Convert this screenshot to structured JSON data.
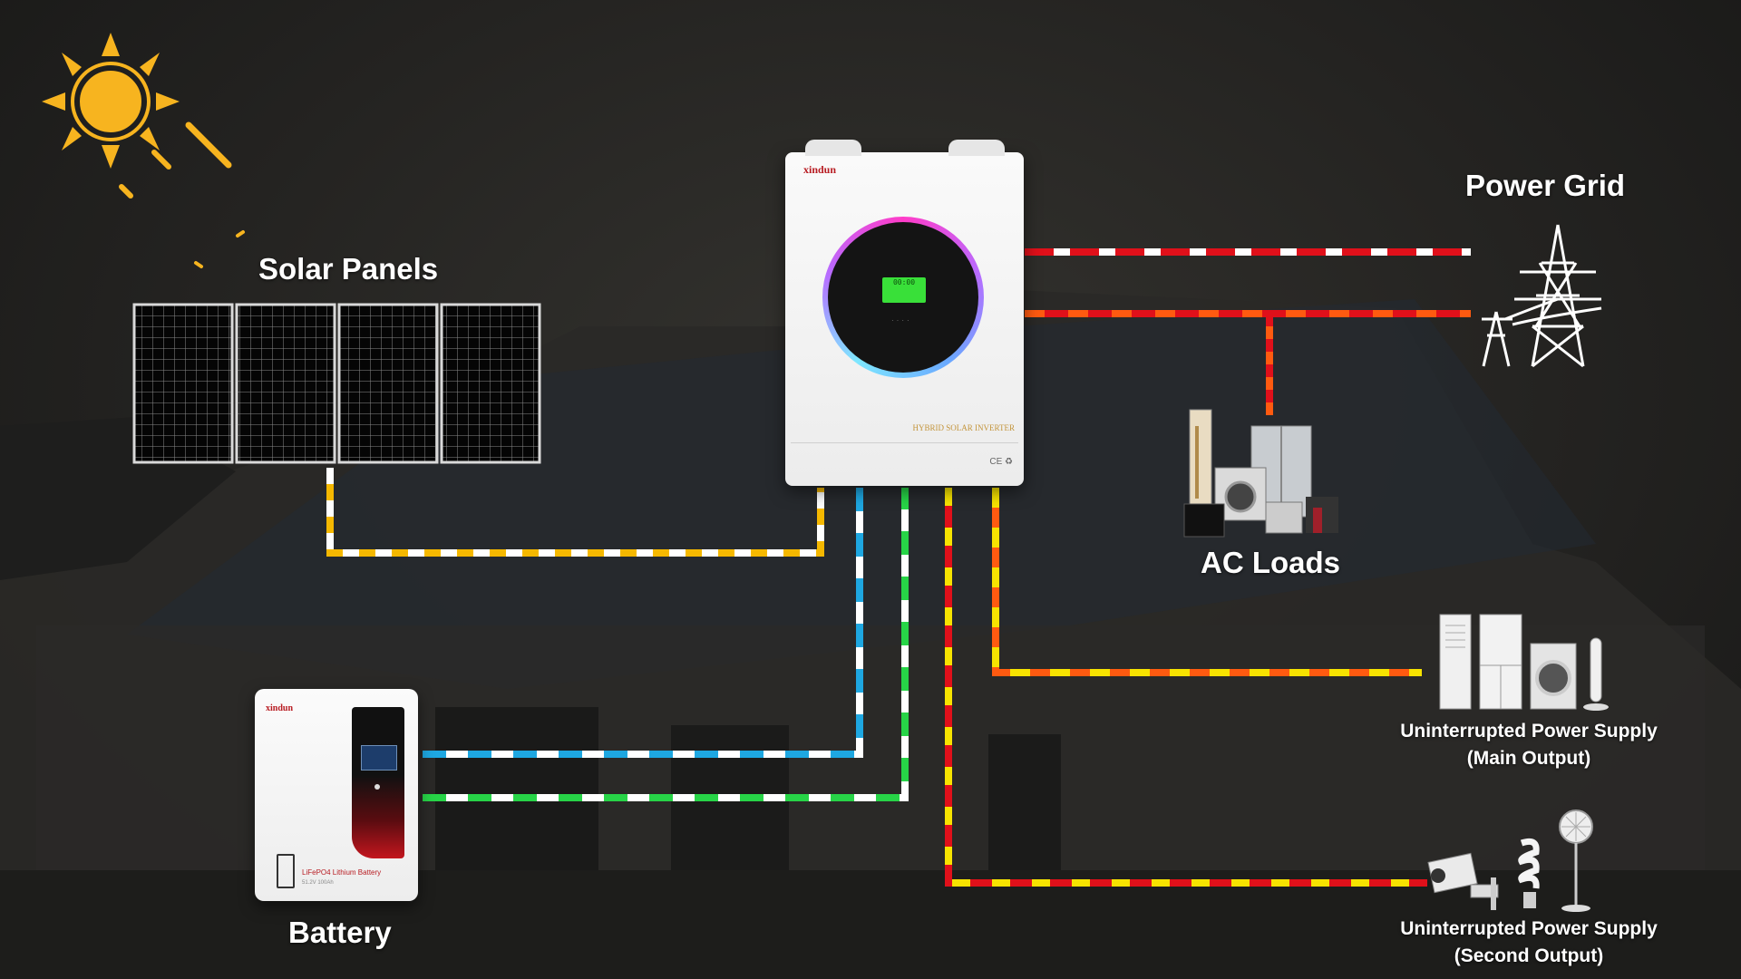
{
  "labels": {
    "solar_panels": "Solar Panels",
    "power_grid": "Power Grid",
    "ac_loads": "AC Loads",
    "ups_main": "Uninterrupted Power Supply",
    "ups_main_sub": "(Main Output)",
    "ups_second": "Uninterrupted Power Supply",
    "ups_second_sub": "(Second Output)",
    "battery": "Battery"
  },
  "inverter": {
    "brand": "xindun",
    "model_text": "HYBRID SOLAR INVERTER",
    "cert": "CE ♻",
    "lcd_text": "00:00"
  },
  "battery_unit": {
    "brand": "xindun",
    "label": "LiFePO4 Lithium Battery",
    "sub": "51.2V 100Ah"
  },
  "icons": [
    "sun-icon",
    "power-tower-icon",
    "appliances-icon",
    "camera-icon",
    "bulb-icon",
    "fan-icon"
  ],
  "colors": {
    "solar_line": "#f5b800",
    "battery_line_1": "#1ea7e1",
    "battery_line_2": "#27d447",
    "grid_line_1": "#e0101a",
    "grid_line_2": "#ff5a10",
    "ups_main_line": "#f7e300",
    "ups_second_line": "#e0101a"
  }
}
